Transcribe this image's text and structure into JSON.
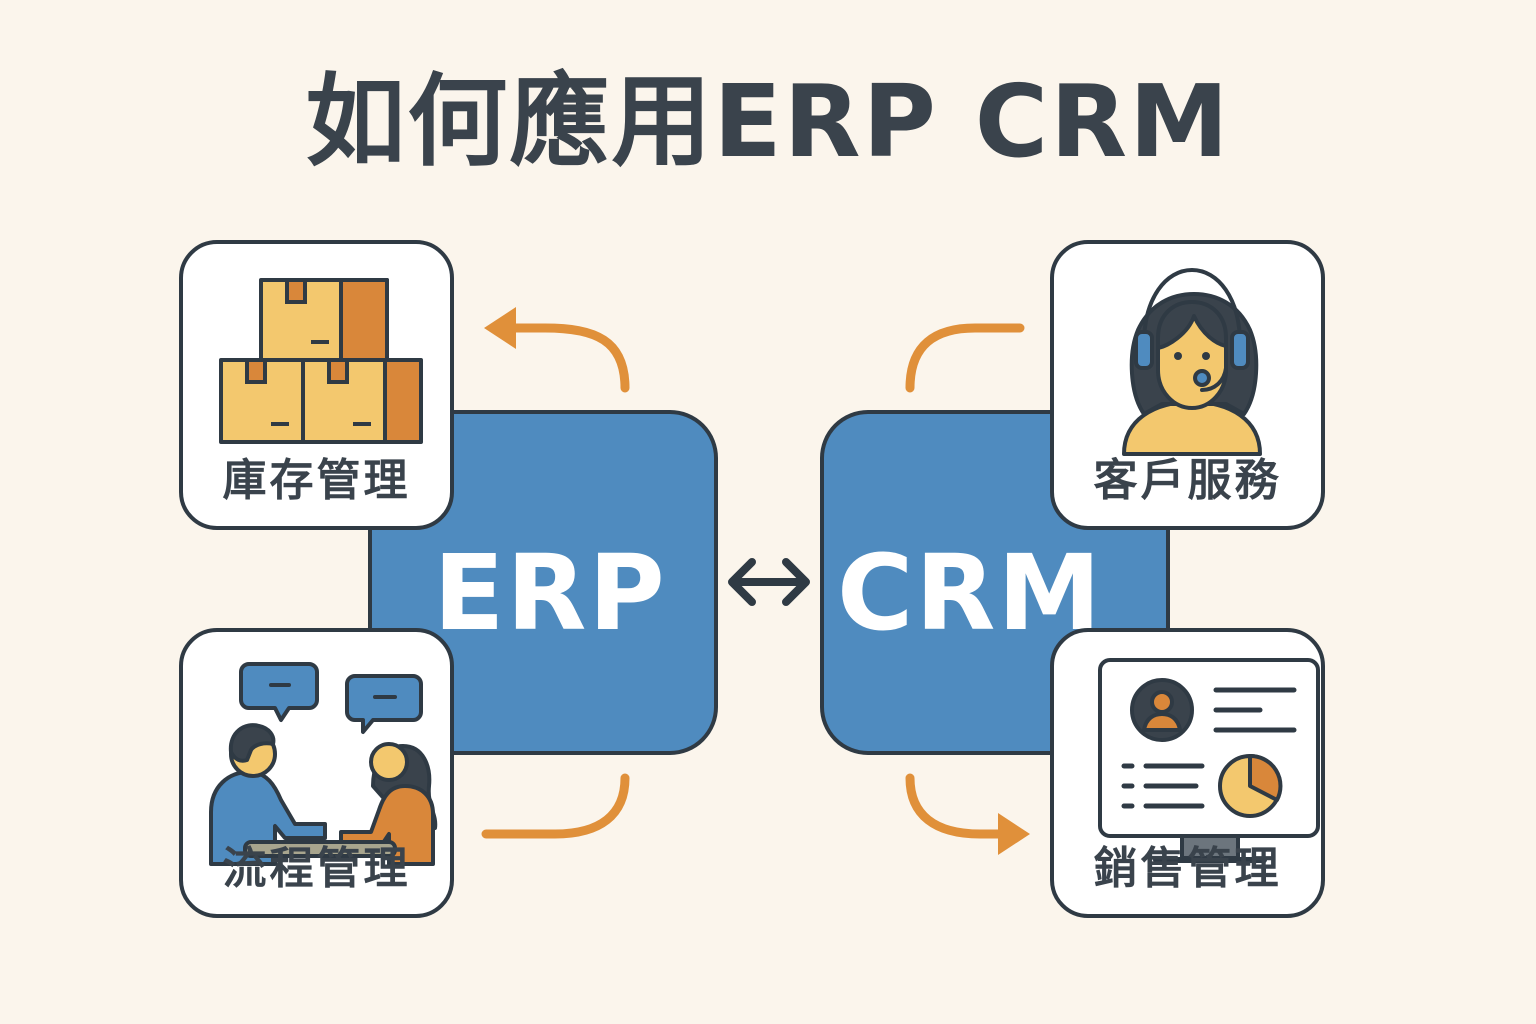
{
  "title": "如何應用ERP CRM",
  "hubs": {
    "erp": "ERP",
    "crm": "CRM"
  },
  "cards": {
    "inventory": "庫存管理",
    "process": "流程管理",
    "service": "客戶服務",
    "sales": "銷售管理"
  },
  "colors": {
    "background": "#fbf5ec",
    "hub_blue": "#4f8bbf",
    "outline": "#2f3a44",
    "arrow_orange": "#e0903a",
    "box_yellow": "#f3c86e",
    "box_orange": "#d9873a"
  },
  "icons": [
    "boxes-icon",
    "meeting-icon",
    "headset-agent-icon",
    "crm-dashboard-icon",
    "double-arrow-icon"
  ]
}
